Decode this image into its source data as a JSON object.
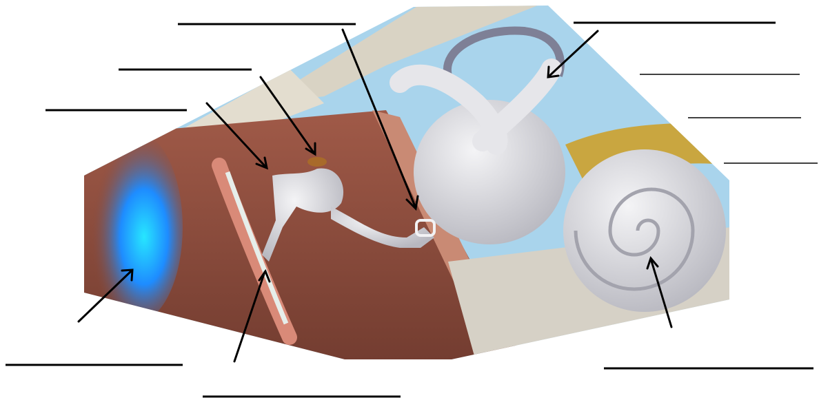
{
  "diagram": {
    "subject": "ear-anatomy-worksheet",
    "label_blanks": [
      {
        "id": "top-center",
        "text": ""
      },
      {
        "id": "upper-left",
        "text": ""
      },
      {
        "id": "left-mid",
        "text": ""
      },
      {
        "id": "top-right",
        "text": ""
      },
      {
        "id": "right-1",
        "text": ""
      },
      {
        "id": "right-2",
        "text": ""
      },
      {
        "id": "right-3",
        "text": ""
      },
      {
        "id": "bottom-left",
        "text": ""
      },
      {
        "id": "bottom-center",
        "text": ""
      },
      {
        "id": "bottom-right",
        "text": ""
      }
    ],
    "colors": {
      "sky": "#a9d4ec",
      "canal": "#8a4a3a",
      "canal_light": "#b5705c",
      "bone_white": "#e6e6ea",
      "nerve_yellow": "#c9a640",
      "eardrum_blue": "#1e8cff",
      "tissue": "#d9d3c4"
    }
  }
}
